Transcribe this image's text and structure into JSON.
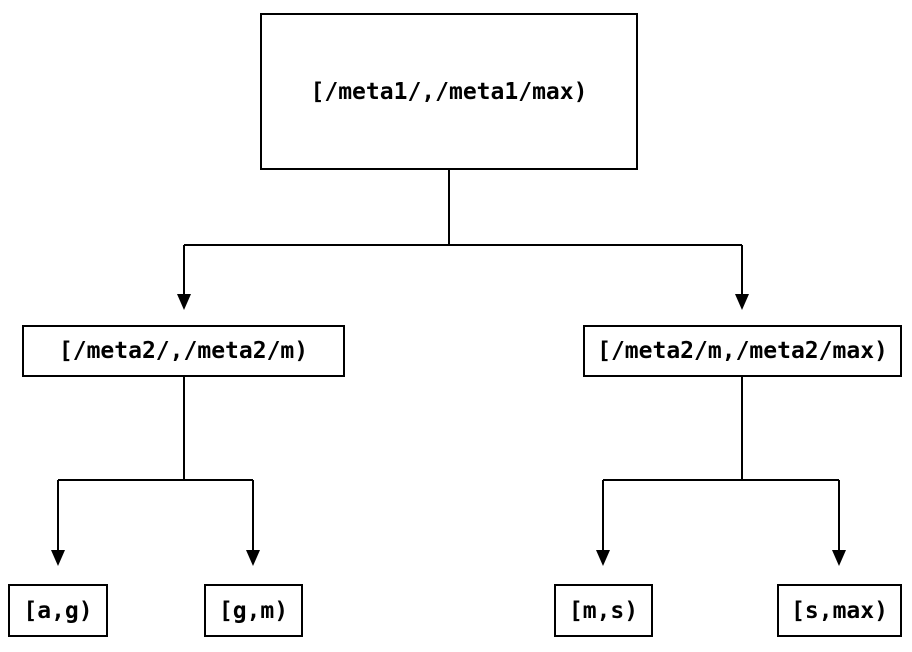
{
  "diagram": {
    "type": "tree",
    "background_color": "#ffffff",
    "line_color": "#000000",
    "box_border_color": "#000000",
    "text_color": "#000000",
    "nodes": {
      "root": "[/meta1/,/meta1/max)",
      "left_child": "[/meta2/,/meta2/m)",
      "right_child": "[/meta2/m,/meta2/max)",
      "leaf_1": "[a,g)",
      "leaf_2": "[g,m)",
      "leaf_3": "[m,s)",
      "leaf_4": "[s,max)"
    },
    "edges": [
      {
        "from": "root",
        "to": "left_child"
      },
      {
        "from": "root",
        "to": "right_child"
      },
      {
        "from": "left_child",
        "to": "leaf_1"
      },
      {
        "from": "left_child",
        "to": "leaf_2"
      },
      {
        "from": "right_child",
        "to": "leaf_3"
      },
      {
        "from": "right_child",
        "to": "leaf_4"
      }
    ]
  }
}
